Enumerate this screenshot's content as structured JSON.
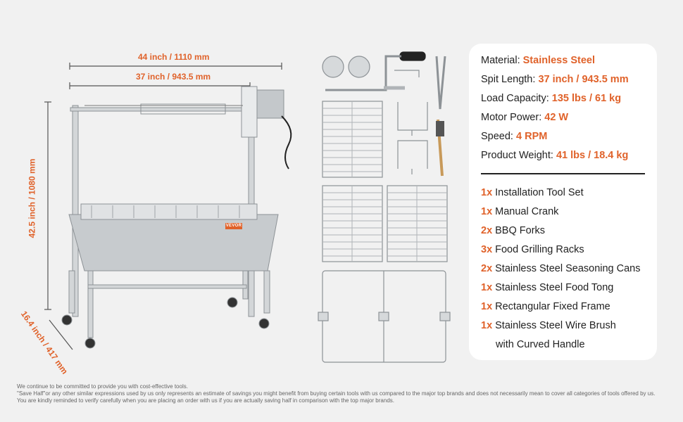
{
  "dimensions": {
    "overall_width": "44 inch / 1110 mm",
    "spit_length": "37 inch / 943.5 mm",
    "height": "42.5 inch / 1080 mm",
    "depth": "16.4 inch / 417 mm"
  },
  "brand": "VEVOR",
  "specs": [
    {
      "label": "Material:",
      "value": "Stainless Steel"
    },
    {
      "label": "Spit Length:",
      "value": "37 inch / 943.5 mm"
    },
    {
      "label": "Load Capacity:",
      "value": "135 lbs / 61 kg"
    },
    {
      "label": "Motor Power:",
      "value": "42 W"
    },
    {
      "label": "Speed:",
      "value": "4 RPM"
    },
    {
      "label": "Product Weight:",
      "value": "41 lbs / 18.4 kg"
    }
  ],
  "package": [
    {
      "qty": "1x",
      "name": "Installation Tool Set"
    },
    {
      "qty": "1x",
      "name": "Manual Crank"
    },
    {
      "qty": "2x",
      "name": "BBQ Forks"
    },
    {
      "qty": "3x",
      "name": "Food Grilling Racks"
    },
    {
      "qty": "2x",
      "name": "Stainless Steel Seasoning Cans"
    },
    {
      "qty": "1x",
      "name": "Stainless Steel Food Tong"
    },
    {
      "qty": "1x",
      "name": "Rectangular Fixed Frame"
    },
    {
      "qty": "1x",
      "name": "Stainless Steel Wire Brush"
    },
    {
      "qty": "",
      "name": "with Curved Handle"
    }
  ],
  "disclaimer": [
    "We continue to be committed to provide you with cost-effective tools.",
    "\"Save Half\"or any other similar expressions used by us only represents an estimate of savings you might benefit from buying certain tools with us compared to the major top brands and does not necessarily mean to cover all categories of tools offered by us.",
    "You are kindly reminded to verify carefully when you are placing an order with us if you are actually saving half in comparison with the top major brands."
  ],
  "colors": {
    "accent": "#e0622a",
    "background": "#f1f1f1",
    "steel": "#c9cdd0"
  }
}
